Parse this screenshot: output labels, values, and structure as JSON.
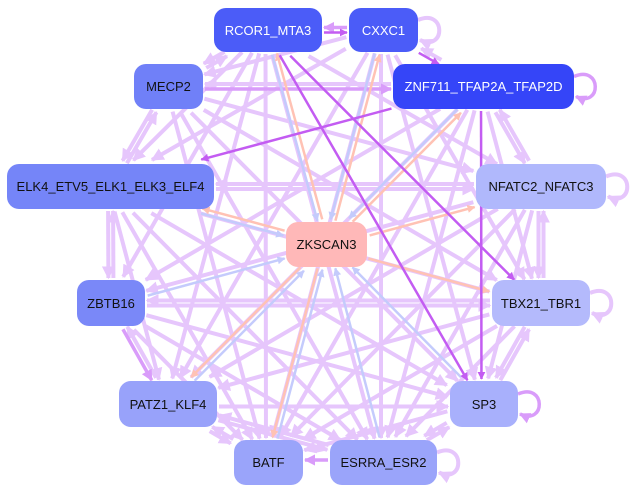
{
  "graph": {
    "nodes": [
      {
        "label": "RCOR1_MTA3",
        "color": "#4b5cf8",
        "dark": true
      },
      {
        "label": "CXXC1",
        "color": "#4b5cf8",
        "dark": true
      },
      {
        "label": "MECP2",
        "color": "#7080f8",
        "dark": false
      },
      {
        "label": "ZNF711_TFAP2A_TFAP2D",
        "color": "#3545f8",
        "dark": true
      },
      {
        "label": "ELK4_ETV5_ELK1_ELK3_ELF4",
        "color": "#7585f8",
        "dark": false
      },
      {
        "label": "NFATC2_NFATC3",
        "color": "#b0b8fc",
        "dark": false
      },
      {
        "label": "ZKSCAN3",
        "color": "#ffb8b8",
        "dark": false
      },
      {
        "label": "ZBTB16",
        "color": "#7a88f8",
        "dark": false
      },
      {
        "label": "TBX21_TBR1",
        "color": "#b4bafc",
        "dark": false
      },
      {
        "label": "PATZ1_KLF4",
        "color": "#98a2fa",
        "dark": false
      },
      {
        "label": "SP3",
        "color": "#a8b0fc",
        "dark": false
      },
      {
        "label": "BATF",
        "color": "#9aa4fa",
        "dark": false
      },
      {
        "label": "ESRRA_ESR2",
        "color": "#9aa4fa",
        "dark": false
      }
    ],
    "edge_colors": {
      "l": "#e6c6fc",
      "m": "#d99cfa",
      "s": "#c35cf2",
      "b": "#c4cbfc",
      "o": "#ffc2b4"
    },
    "edges": [
      [
        0,
        2,
        "l"
      ],
      [
        2,
        0,
        "l"
      ],
      [
        0,
        4,
        "l"
      ],
      [
        0,
        7,
        "l"
      ],
      [
        0,
        9,
        "l"
      ],
      [
        0,
        11,
        "l"
      ],
      [
        0,
        12,
        "l"
      ],
      [
        0,
        5,
        "l"
      ],
      [
        0,
        8,
        "s"
      ],
      [
        0,
        10,
        "s"
      ],
      [
        0,
        1,
        "s"
      ],
      [
        1,
        0,
        "m"
      ],
      [
        1,
        3,
        "s"
      ],
      [
        1,
        2,
        "l"
      ],
      [
        1,
        4,
        "l"
      ],
      [
        1,
        9,
        "l"
      ],
      [
        1,
        11,
        "l"
      ],
      [
        1,
        12,
        "l"
      ],
      [
        1,
        8,
        "l"
      ],
      [
        1,
        10,
        "l"
      ],
      [
        2,
        3,
        "m"
      ],
      [
        3,
        2,
        "l"
      ],
      [
        2,
        4,
        "l"
      ],
      [
        4,
        2,
        "l"
      ],
      [
        2,
        5,
        "l"
      ],
      [
        2,
        8,
        "l"
      ],
      [
        2,
        10,
        "l"
      ],
      [
        2,
        12,
        "l"
      ],
      [
        2,
        11,
        "l"
      ],
      [
        3,
        4,
        "s"
      ],
      [
        3,
        5,
        "l"
      ],
      [
        5,
        3,
        "l"
      ],
      [
        3,
        7,
        "l"
      ],
      [
        3,
        9,
        "l"
      ],
      [
        3,
        11,
        "l"
      ],
      [
        3,
        12,
        "l"
      ],
      [
        3,
        10,
        "s"
      ],
      [
        3,
        8,
        "l"
      ],
      [
        3,
        1,
        "l"
      ],
      [
        4,
        5,
        "l"
      ],
      [
        5,
        4,
        "l"
      ],
      [
        4,
        7,
        "l"
      ],
      [
        7,
        4,
        "l"
      ],
      [
        4,
        8,
        "l"
      ],
      [
        4,
        10,
        "l"
      ],
      [
        4,
        12,
        "l"
      ],
      [
        4,
        11,
        "l"
      ],
      [
        4,
        9,
        "l"
      ],
      [
        5,
        7,
        "l"
      ],
      [
        5,
        9,
        "l"
      ],
      [
        5,
        8,
        "l"
      ],
      [
        8,
        5,
        "l"
      ],
      [
        5,
        12,
        "l"
      ],
      [
        5,
        10,
        "l"
      ],
      [
        5,
        11,
        "l"
      ],
      [
        7,
        8,
        "l"
      ],
      [
        8,
        7,
        "l"
      ],
      [
        7,
        9,
        "m"
      ],
      [
        9,
        7,
        "l"
      ],
      [
        7,
        10,
        "l"
      ],
      [
        7,
        12,
        "l"
      ],
      [
        7,
        11,
        "l"
      ],
      [
        8,
        9,
        "l"
      ],
      [
        8,
        10,
        "l"
      ],
      [
        10,
        8,
        "l"
      ],
      [
        8,
        12,
        "l"
      ],
      [
        8,
        11,
        "l"
      ],
      [
        9,
        10,
        "l"
      ],
      [
        9,
        11,
        "l"
      ],
      [
        11,
        9,
        "l"
      ],
      [
        9,
        12,
        "l"
      ],
      [
        12,
        9,
        "l"
      ],
      [
        10,
        12,
        "l"
      ],
      [
        12,
        10,
        "l"
      ],
      [
        10,
        11,
        "l"
      ],
      [
        12,
        11,
        "m"
      ],
      [
        0,
        6,
        "b"
      ],
      [
        1,
        6,
        "b"
      ],
      [
        3,
        6,
        "b"
      ],
      [
        7,
        6,
        "b"
      ],
      [
        9,
        6,
        "b"
      ],
      [
        11,
        6,
        "b"
      ],
      [
        12,
        6,
        "b"
      ],
      [
        10,
        6,
        "b"
      ],
      [
        4,
        6,
        "b"
      ],
      [
        6,
        5,
        "o"
      ],
      [
        6,
        8,
        "o"
      ],
      [
        6,
        9,
        "o"
      ],
      [
        6,
        11,
        "o"
      ],
      [
        6,
        4,
        "o"
      ],
      [
        6,
        0,
        "o"
      ],
      [
        6,
        1,
        "o"
      ],
      [
        6,
        3,
        "o"
      ],
      [
        1,
        1,
        "l"
      ],
      [
        3,
        3,
        "m"
      ],
      [
        5,
        5,
        "l"
      ],
      [
        8,
        8,
        "l"
      ],
      [
        10,
        10,
        "m"
      ],
      [
        12,
        12,
        "l"
      ]
    ]
  }
}
